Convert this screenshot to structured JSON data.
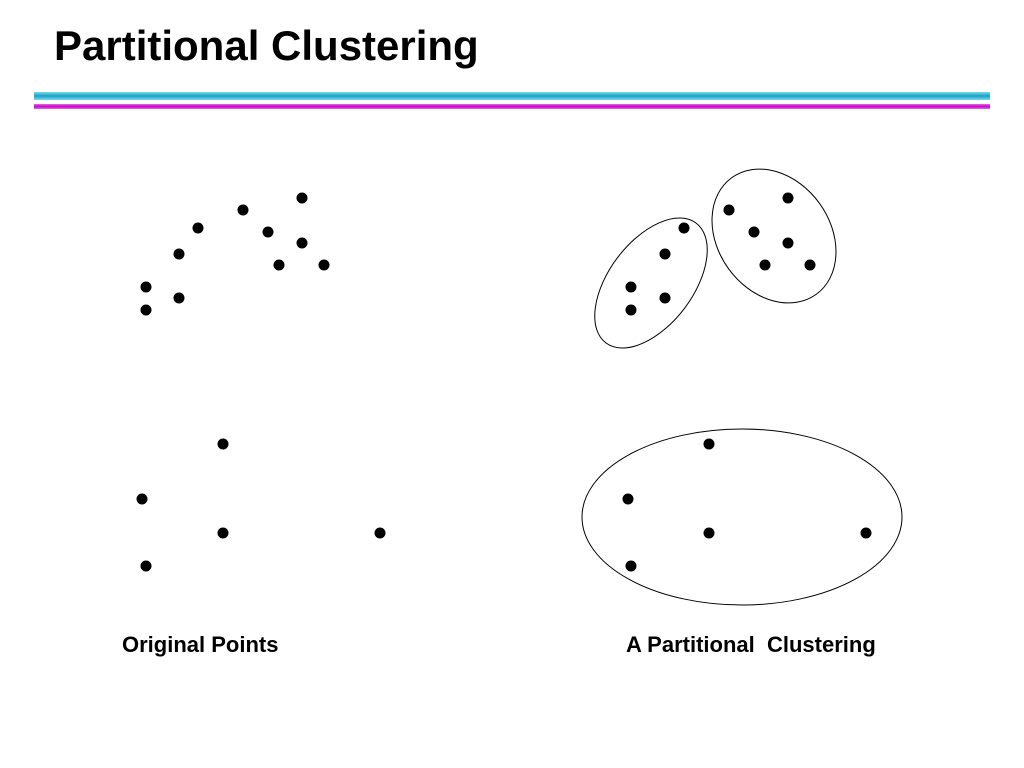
{
  "title": "Partitional Clustering",
  "captions": {
    "original": "Original Points",
    "clustered": "A Partitional  Clustering"
  },
  "colors": {
    "rule_primary": "#12a5c8",
    "rule_secondary": "#cc00cc",
    "point": "#000000"
  }
}
